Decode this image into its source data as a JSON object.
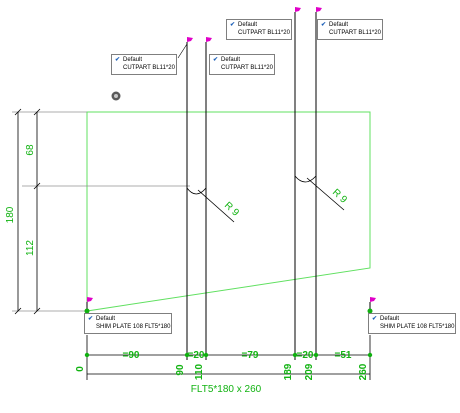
{
  "colors": {
    "dimension_green": "#12b312",
    "plate_outline": "#60e060",
    "line_black": "#000000",
    "flag_magenta": "#e000c8",
    "point_green": "#10b010"
  },
  "tags": [
    {
      "status": "Default",
      "part": "CUTPART BL11*20"
    },
    {
      "status": "Default",
      "part": "CUTPART BL11*20"
    },
    {
      "status": "Default",
      "part": "CUTPART BL11*20"
    },
    {
      "status": "Default",
      "part": "CUTPART BL11*20"
    },
    {
      "status": "Default",
      "part": "SHIM PLATE 108 FLT5*180"
    },
    {
      "status": "Default",
      "part": "SHIM PLATE 108 FLT5*180"
    }
  ],
  "dimensions": {
    "vertical_total": "180",
    "vertical_upper": "68",
    "vertical_lower": "112",
    "radius_left": "R 9",
    "radius_right": "R 9",
    "spacing": [
      "=90",
      "=20",
      "=79",
      "=20",
      "=51"
    ],
    "ordinates": [
      "0",
      "90",
      "110",
      "189",
      "209",
      "260"
    ],
    "overall": "FLT5*180 x 260"
  }
}
